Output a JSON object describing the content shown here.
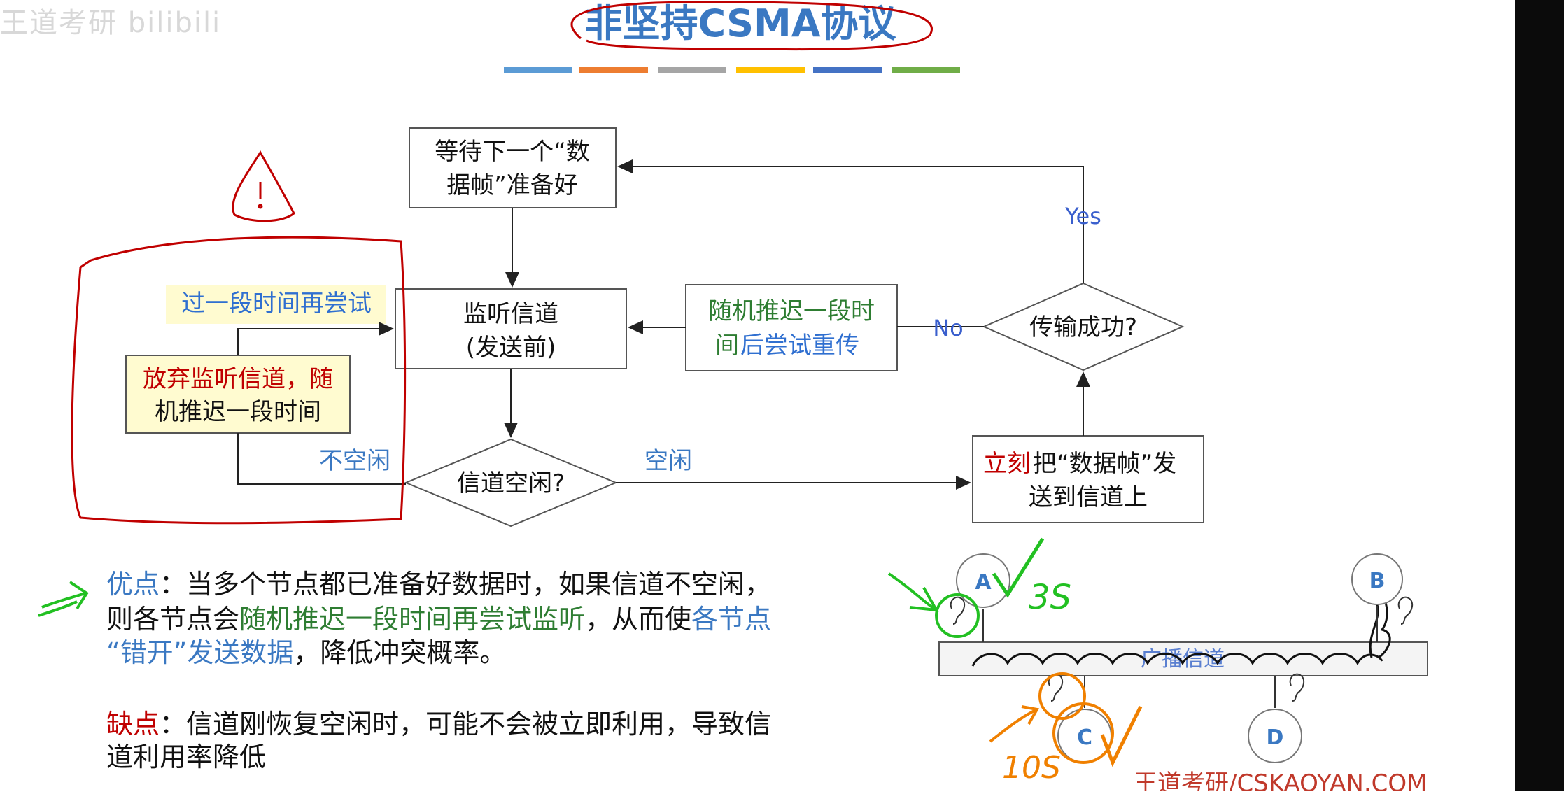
{
  "title": "非坚持CSMA协议",
  "watermark": "王道考研 bilibili",
  "title_bar_colors": [
    "#5b9bd5",
    "#ed7d31",
    "#a5a5a5",
    "#ffc000",
    "#4472c4",
    "#70ad47"
  ],
  "flow": {
    "wait_frame": [
      "等待下一个“数",
      "据帧”准备好"
    ],
    "listen": [
      "监听信道",
      "(发送前)"
    ],
    "retry_label": [
      "随机推迟一段时",
      "间",
      "后尝试重传"
    ],
    "success_q": "传输成功?",
    "yes": "Yes",
    "no": "No",
    "idle_q": "信道空闲?",
    "idle": "空闲",
    "not_idle": "不空闲",
    "send_now": [
      "立刻",
      "把“数据帧”发",
      "送到信道上"
    ],
    "giveup": [
      "放弃监听信道，随",
      "机推迟一段时间"
    ],
    "try_later": "过一段时间再尝试"
  },
  "text": {
    "pro_label": "优点",
    "pro_line1": "：当多个节点都已准备好数据时，如果信道不空闲，",
    "pro_line2a": "则各节点会",
    "pro_line2b": "随机推迟一段时间再尝试监听",
    "pro_line2c": "，从而使",
    "pro_line2d": "各节点",
    "pro_line3a": "“错开”发送数据",
    "pro_line3b": "，降低冲突概率。",
    "con_label": "缺点",
    "con_line1": "：信道刚恢复空闲时，可能不会被立即利用，导致信",
    "con_line2": "道利用率降低"
  },
  "bus": {
    "label": "广播信道",
    "nodes": [
      "A",
      "B",
      "C",
      "D"
    ],
    "hand_a": "3S",
    "hand_c": "10S"
  },
  "footer": "王道考研/CSKAOYAN.COM"
}
